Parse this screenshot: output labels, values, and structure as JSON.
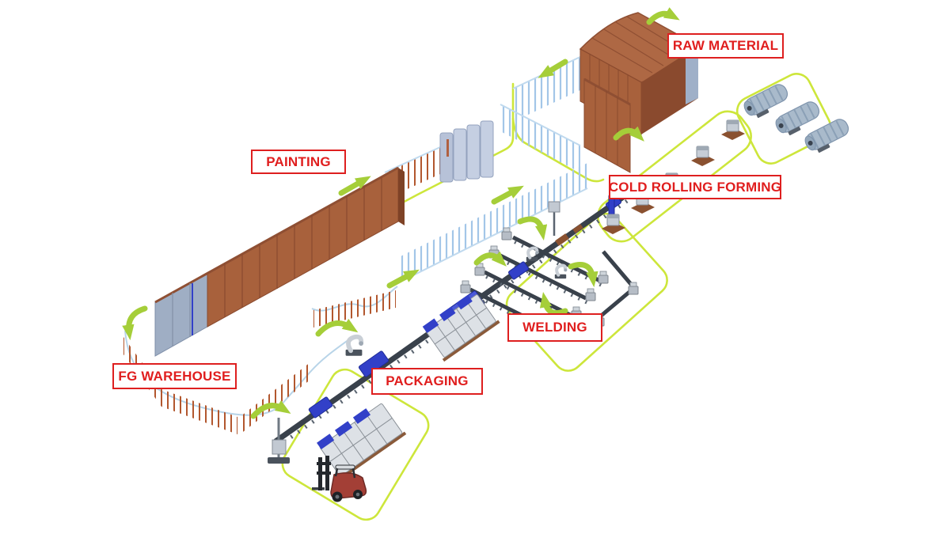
{
  "diagram": {
    "type": "isometric-factory-process-flow",
    "labels": {
      "raw_material": "RAW MATERIAL",
      "painting": "PAINTING",
      "cold_rolling_forming": "COLD ROLLING FORMING",
      "welding": "WELDING",
      "packaging": "PACKAGING",
      "fg_warehouse": "FG WAREHOUSE"
    },
    "flow_order": [
      "RAW MATERIAL",
      "COLD ROLLING FORMING",
      "WELDING",
      "PAINTING",
      "PACKAGING",
      "FG WAREHOUSE"
    ],
    "objects": [
      "raw-material-warehouse-building",
      "steel-coil-storage",
      "cold-roll-forming-line",
      "welding-conveyor-cross",
      "paint-booth",
      "painting-line-wall",
      "packaging-conveyor",
      "pallet-racks",
      "robot-arms",
      "stacker-crane",
      "forklift-truck",
      "fg-warehouse-wall",
      "safety-fences",
      "flow-route-outlines",
      "flow-arrows"
    ],
    "colors": {
      "label_text": "#E01E1E",
      "label_border": "#DE1F1F",
      "label_bg": "#FFFFFF",
      "wall_brown": "#A8613C",
      "wall_brown_dark": "#8A4A2E",
      "warehouse_gray": "#9FAEC4",
      "paint_booth_panel": "#C5CFE2",
      "route_yellow_green": "#CDE63B",
      "arrow_green": "#A5CE39",
      "fence_blue": "#A3C6E8",
      "fence_brown": "#B2572E",
      "conveyor_dark": "#39414B",
      "machine_blue": "#3240C8",
      "coil_steel": "#A9BACB",
      "forklift_red": "#A33F36",
      "background": "#FFFFFF"
    }
  }
}
